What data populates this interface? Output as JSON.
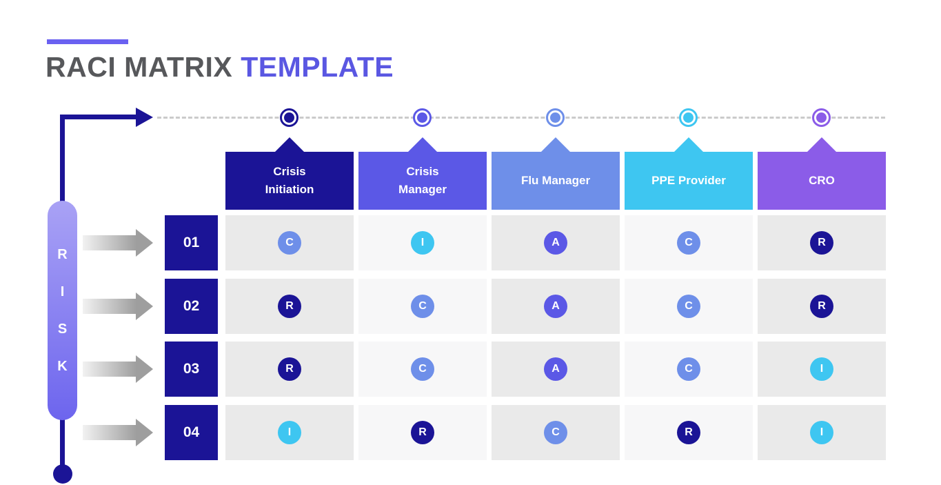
{
  "theme": {
    "navy": "#1b1496",
    "title-gray": "#57585b",
    "title-accent": "#5a57e2",
    "accent-bar": "#6a61f1",
    "dash-gray": "#cbcbcb",
    "pill-top": "#a9a2f5",
    "pill-bottom": "#6d65ee",
    "cell-dark": "#eaeaea",
    "cell-light": "#f7f7f8",
    "arrow-light": "#f2f2f2",
    "arrow-dark": "#9e9e9e"
  },
  "title": {
    "primary": "RACI MATRIX",
    "accent": "TEMPLATE"
  },
  "risk_axis": {
    "letters": [
      "R",
      "I",
      "S",
      "K"
    ]
  },
  "columns": [
    {
      "label": "Crisis Initiation",
      "color": "#1b1496"
    },
    {
      "label": "Crisis Manager",
      "color": "#5b58e6"
    },
    {
      "label": "Flu Manager",
      "color": "#6e8fe9"
    },
    {
      "label": "PPE Provider",
      "color": "#3ec6f1"
    },
    {
      "label": "CRO",
      "color": "#8b5ce8"
    }
  ],
  "raci_colors": {
    "R": "#1b1496",
    "A": "#5b58e6",
    "C": "#6e8fe9",
    "I": "#3ec6f1"
  },
  "rows": [
    {
      "number": "01",
      "cells": [
        "C",
        "I",
        "A",
        "C",
        "R"
      ]
    },
    {
      "number": "02",
      "cells": [
        "R",
        "C",
        "A",
        "C",
        "R"
      ]
    },
    {
      "number": "03",
      "cells": [
        "R",
        "C",
        "A",
        "C",
        "I"
      ]
    },
    {
      "number": "04",
      "cells": [
        "I",
        "R",
        "C",
        "R",
        "I"
      ]
    }
  ]
}
